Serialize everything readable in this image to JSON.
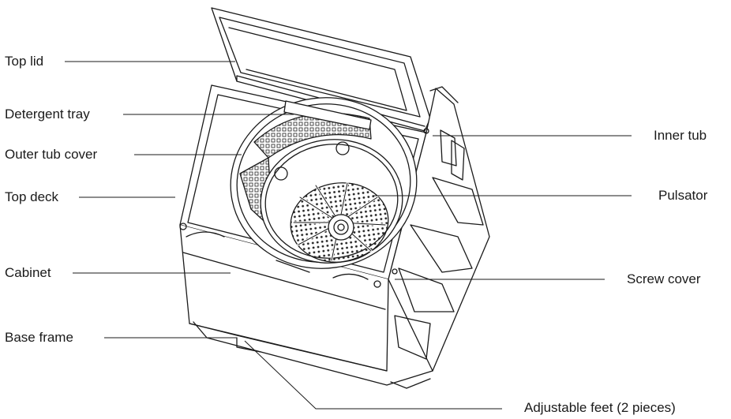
{
  "diagram": {
    "labels_left": {
      "top_lid": "Top lid",
      "detergent_tray": "Detergent tray",
      "outer_tub_cover": "Outer tub cover",
      "top_deck": "Top deck",
      "cabinet": "Cabinet",
      "base_frame": "Base frame"
    },
    "labels_right": {
      "inner_tub": "Inner tub",
      "pulsator": "Pulsator",
      "screw_cover": "Screw cover",
      "adjustable_feet": "Adjustable feet (2 pieces)"
    },
    "colors": {
      "line": "#1a1a1a",
      "background": "#ffffff"
    }
  }
}
